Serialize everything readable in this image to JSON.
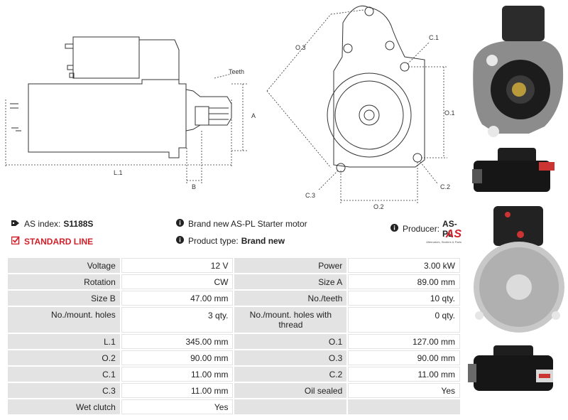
{
  "drawing": {
    "labels": {
      "teeth": "Teeth",
      "a": "A",
      "b": "B",
      "l1": "L.1",
      "o1": "O.1",
      "o2": "O.2",
      "o3": "O.3",
      "c1": "C.1",
      "c2": "C.2",
      "c3": "C.3"
    }
  },
  "info": {
    "as_index_label": "AS index:",
    "as_index_value": "S1188S",
    "standard_line": "STANDARD LINE",
    "brand_text": "Brand new AS-PL Starter motor",
    "product_type_label": "Product type:",
    "product_type_value": "Brand new",
    "producer_label": "Producer:",
    "producer_value": "AS-PL",
    "logo_text": "AS",
    "logo_tagline": "Alternators, Starters & Parts"
  },
  "specs": [
    {
      "k1": "Voltage",
      "v1": "12 V",
      "k2": "Power",
      "v2": "3.00 kW"
    },
    {
      "k1": "Rotation",
      "v1": "CW",
      "k2": "Size A",
      "v2": "89.00 mm"
    },
    {
      "k1": "Size B",
      "v1": "47.00 mm",
      "k2": "No./teeth",
      "v2": "10 qty."
    },
    {
      "k1": "No./mount. holes",
      "v1": "3 qty.",
      "k2": "No./mount. holes with thread",
      "v2": "0 qty."
    },
    {
      "k1": "L.1",
      "v1": "345.00 mm",
      "k2": "O.1",
      "v2": "127.00 mm"
    },
    {
      "k1": "O.2",
      "v1": "90.00 mm",
      "k2": "O.3",
      "v2": "90.00 mm"
    },
    {
      "k1": "C.1",
      "v1": "11.00 mm",
      "k2": "C.2",
      "v2": "11.00 mm"
    },
    {
      "k1": "C.3",
      "v1": "11.00 mm",
      "k2": "Oil sealed",
      "v2": "Yes"
    },
    {
      "k1": "Wet clutch",
      "v1": "Yes",
      "k2": "",
      "v2": ""
    }
  ]
}
